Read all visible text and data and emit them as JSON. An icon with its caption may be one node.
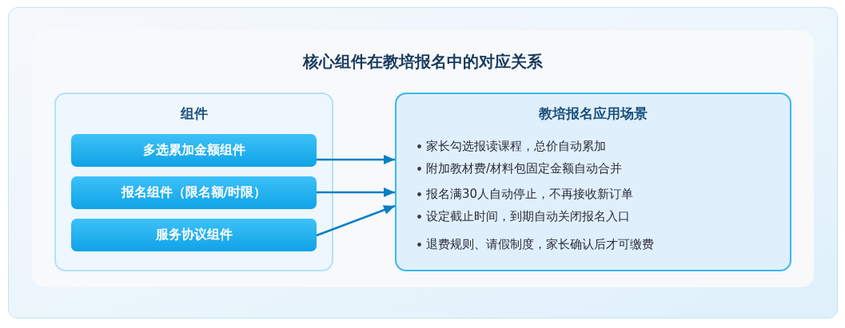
{
  "diagram": {
    "title": "核心组件在教培报名中的对应关系",
    "nodes": [
      {
        "text": [
          "组件"
        ]
      },
      {
        "text": [
          "多选累加金额组件"
        ],
        "in": 0
      },
      {
        "text": [
          "报名组件（限名额/时限）"
        ],
        "in": 0
      },
      {
        "text": [
          "服务协议组件"
        ],
        "in": 0
      },
      {
        "text": [
          "教培报名应用场景",
          "家长勾选报读课程，总价自动累加",
          "附加教材费/材料包固定金额自动合并",
          "报名满30人自动停止，不再接收新订单",
          "设定截止时间，到期自动关闭报名入口",
          "退费规则、请假制度，家长确认后才可缴费"
        ]
      }
    ],
    "edges": [
      {
        "from": 1,
        "to": 4,
        "arrow": "to"
      },
      {
        "from": 2,
        "to": 4,
        "arrow": "to"
      },
      {
        "from": 3,
        "to": 4,
        "arrow": "to"
      }
    ]
  }
}
